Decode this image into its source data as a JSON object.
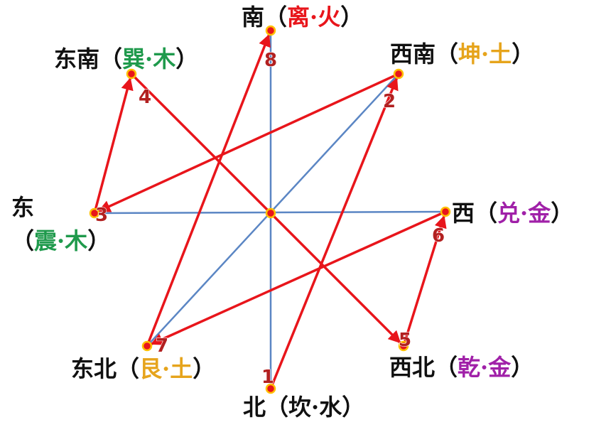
{
  "colors": {
    "axis": "#5b86c4",
    "path": "#e8151b",
    "dot_fill": "#e8151b",
    "dot_ring": "#ffc000",
    "label": "#111111",
    "fire": "#e8151b",
    "wood": "#1f9a4c",
    "earth": "#e6a41c",
    "metal": "#a020a8",
    "water": "#111111",
    "number": "#b22020"
  },
  "positions": [
    {
      "id": "south",
      "direction": "南",
      "open": "（",
      "trigram": "离",
      "dot": "·",
      "element": "火",
      "close": "）",
      "element_color": "fire",
      "number": "8"
    },
    {
      "id": "southeast",
      "direction": "东南",
      "open": "（",
      "trigram": "巽",
      "dot": "·",
      "element": "木",
      "close": "）",
      "element_color": "wood",
      "number": "4"
    },
    {
      "id": "southwest",
      "direction": "西南",
      "open": "（",
      "trigram": "坤",
      "dot": "·",
      "element": "土",
      "close": "）",
      "element_color": "earth",
      "number": "2"
    },
    {
      "id": "east",
      "direction": "东",
      "open": "（",
      "trigram": "震",
      "dot": "·",
      "element": "木",
      "close": "）",
      "element_color": "wood",
      "number": "3"
    },
    {
      "id": "west",
      "direction": "西",
      "open": "（",
      "trigram": "兑",
      "dot": "·",
      "element": "金",
      "close": "）",
      "element_color": "metal",
      "number": "6"
    },
    {
      "id": "northeast",
      "direction": "东北",
      "open": "（",
      "trigram": "艮",
      "dot": "·",
      "element": "土",
      "close": "）",
      "element_color": "earth",
      "number": "7"
    },
    {
      "id": "northwest",
      "direction": "西北",
      "open": "（",
      "trigram": "乾",
      "dot": "·",
      "element": "金",
      "close": "）",
      "element_color": "metal",
      "number": "5"
    },
    {
      "id": "north",
      "direction": "北",
      "open": "（",
      "trigram": "坎",
      "dot": "·",
      "element": "水",
      "close": "）",
      "element_color": "water",
      "number": "1"
    }
  ],
  "axes": [
    [
      "south",
      "north"
    ],
    [
      "east",
      "west"
    ],
    [
      "northeast",
      "southwest"
    ]
  ],
  "path_sequence": [
    "north",
    "southwest",
    "east",
    "southeast",
    "northwest",
    "west",
    "northeast",
    "south"
  ]
}
